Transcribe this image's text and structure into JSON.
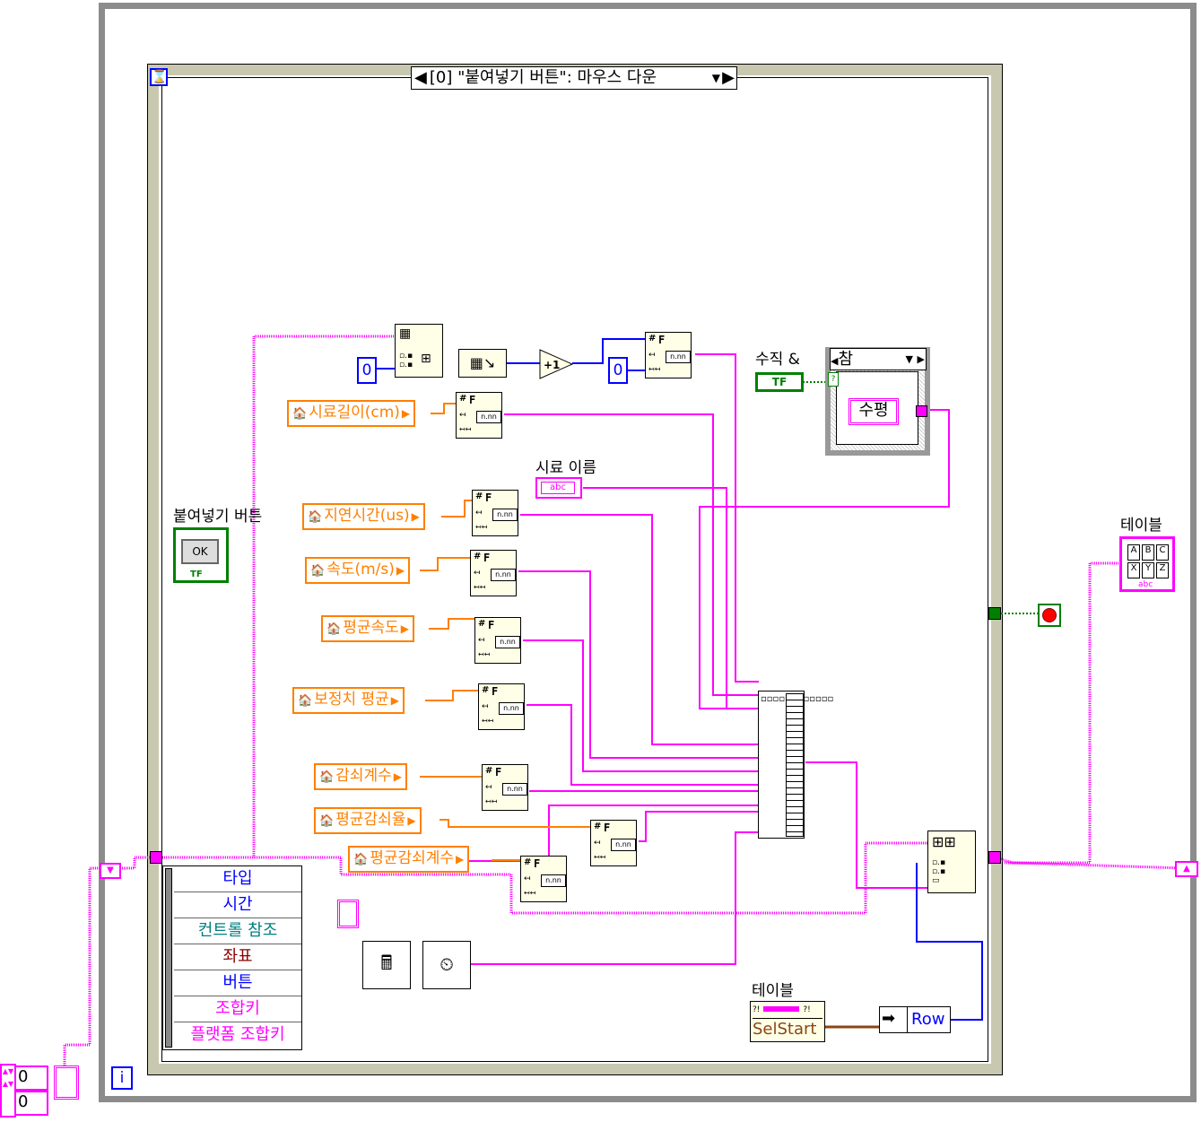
{
  "event_structure": {
    "selector": "[0] \"붙여넣기 버튼\": 마우스 다운"
  },
  "case_structure": {
    "selector": "참",
    "terminal_label": "수직 &",
    "constant": "수평"
  },
  "constants": {
    "zero_a": "0",
    "zero_b": "0",
    "increment_symbol": "+1",
    "string_label": "시료 이름",
    "string_const": "abc",
    "shift_value_1": "0",
    "shift_value_2": "0"
  },
  "controls": {
    "paste_button_label": "붙여넣기 버튼",
    "paste_button_text": "OK",
    "paste_button_type": "TF",
    "bool_const": "TF",
    "table_label": "테이블",
    "table_cells": [
      "A",
      "B",
      "C",
      "X",
      "Y",
      "Z"
    ],
    "table_type": "abc"
  },
  "property_nodes": [
    {
      "label": "시료길이(cm)"
    },
    {
      "label": "지연시간(us)"
    },
    {
      "label": "속도(m/s)"
    },
    {
      "label": "평균속도"
    },
    {
      "label": "보정치 평균"
    },
    {
      "label": "감쇠계수"
    },
    {
      "label": "평균감쇠율"
    },
    {
      "label": "평균감쇠계수"
    }
  ],
  "format_node": {
    "hash": "#",
    "letter": "F",
    "display": "n.nn"
  },
  "event_data": {
    "items": [
      {
        "label": "타입",
        "color": "#0000ff"
      },
      {
        "label": "시간",
        "color": "#0000ff"
      },
      {
        "label": "컨트롤 참조",
        "color": "#008080"
      },
      {
        "label": "좌표",
        "color": "#8b0000"
      },
      {
        "label": "버튼",
        "color": "#0000ff"
      },
      {
        "label": "조합키",
        "color": "#ff00ff"
      },
      {
        "label": "플랫폼 조합키",
        "color": "#ff00ff"
      }
    ]
  },
  "table_property": {
    "label": "테이블",
    "property": "SelStart",
    "unbundle": "Row"
  },
  "loop": {
    "iteration": "i"
  },
  "colors": {
    "string_wire": "#ff00ff",
    "numeric_wire": "#0000ff",
    "boolean_wire": "#008000",
    "orange": "#ff8000",
    "frame": "#888888"
  },
  "icons": [
    "hourglass-icon",
    "house-icon",
    "format-into-string-icon",
    "array-size-icon",
    "build-array-icon",
    "date-time-icon",
    "stop-icon"
  ]
}
